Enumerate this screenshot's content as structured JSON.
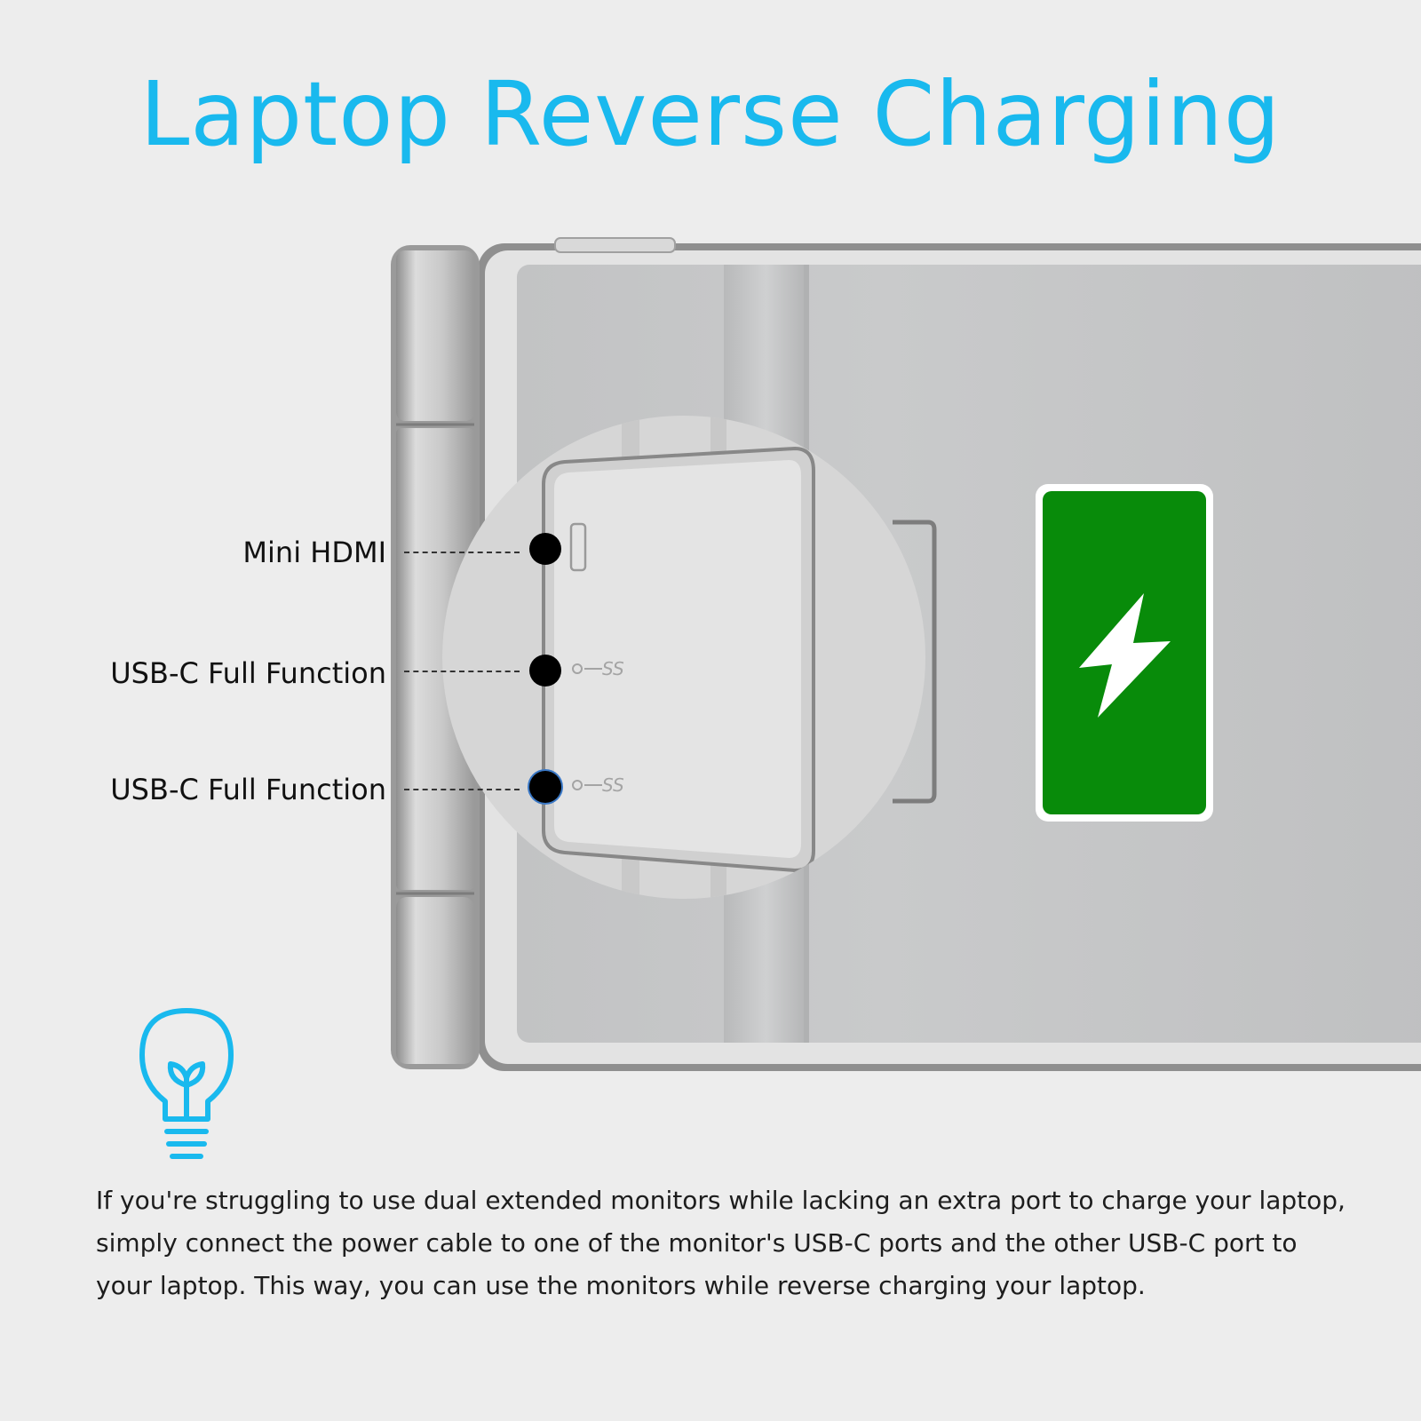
{
  "title": "Laptop Reverse Charging",
  "ports": [
    {
      "label": "Mini HDMI"
    },
    {
      "label": "USB-C Full Function"
    },
    {
      "label": "USB-C Full Function"
    }
  ],
  "description": "If you're struggling to use dual extended monitors while lacking an extra port to charge your laptop, simply connect the power cable to one of the monitor's USB-C ports and the other USB-C port to your laptop. This way, you can use the monitors while reverse charging your laptop.",
  "colors": {
    "accent": "#19b9ee",
    "battery": "#088b0a",
    "background": "#ededed"
  },
  "icons": [
    "lightning-bolt-icon",
    "lightbulb-icon",
    "mini-hdmi-port-icon",
    "usb-ss-icon"
  ]
}
